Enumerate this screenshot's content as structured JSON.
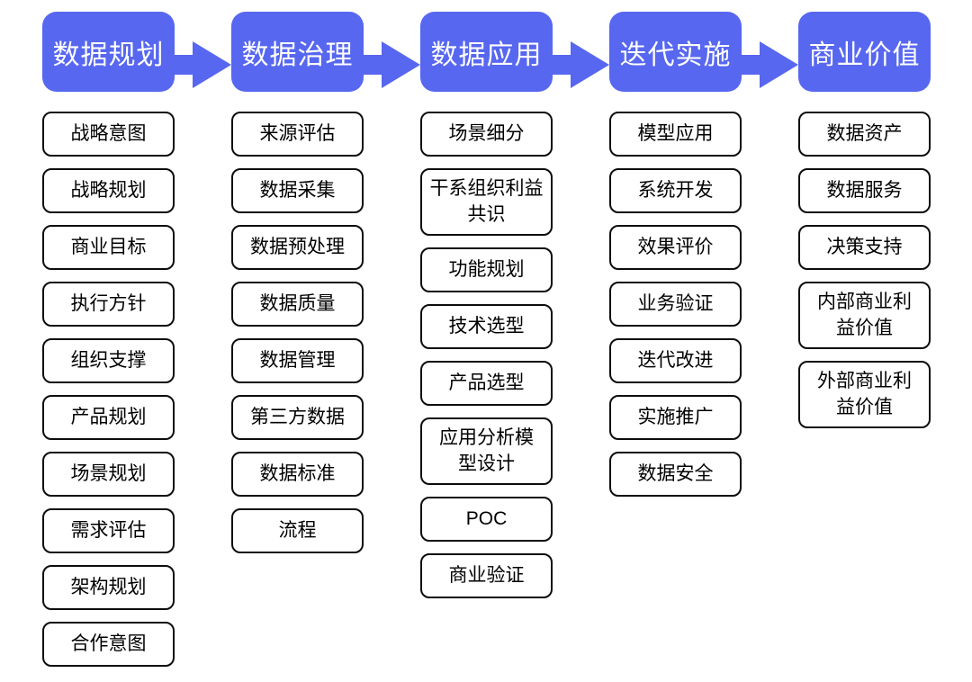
{
  "diagram": {
    "type": "process-flow",
    "colors": {
      "header_bg": "#5767F0",
      "header_text": "#ffffff",
      "item_border": "#0d0d0d",
      "item_text": "#000000",
      "background": "#ffffff"
    },
    "arrow_icon": "block-arrow-right",
    "stages": [
      {
        "title": "数据规划",
        "items": [
          "战略意图",
          "战略规划",
          "商业目标",
          "执行方针",
          "组织支撑",
          "产品规划",
          "场景规划",
          "需求评估",
          "架构规划",
          "合作意图"
        ]
      },
      {
        "title": "数据治理",
        "items": [
          "来源评估",
          "数据采集",
          "数据预处理",
          "数据质量",
          "数据管理",
          "第三方数据",
          "数据标准",
          "流程"
        ]
      },
      {
        "title": "数据应用",
        "items": [
          "场景细分",
          "干系组织利益\n共识",
          "功能规划",
          "技术选型",
          "产品选型",
          "应用分析模\n型设计",
          "POC",
          "商业验证"
        ]
      },
      {
        "title": "迭代实施",
        "items": [
          "模型应用",
          "系统开发",
          "效果评价",
          "业务验证",
          "迭代改进",
          "实施推广",
          "数据安全"
        ]
      },
      {
        "title": "商业价值",
        "items": [
          "数据资产",
          "数据服务",
          "决策支持",
          "内部商业利\n益价值",
          "外部商业利\n益价值"
        ]
      }
    ]
  }
}
